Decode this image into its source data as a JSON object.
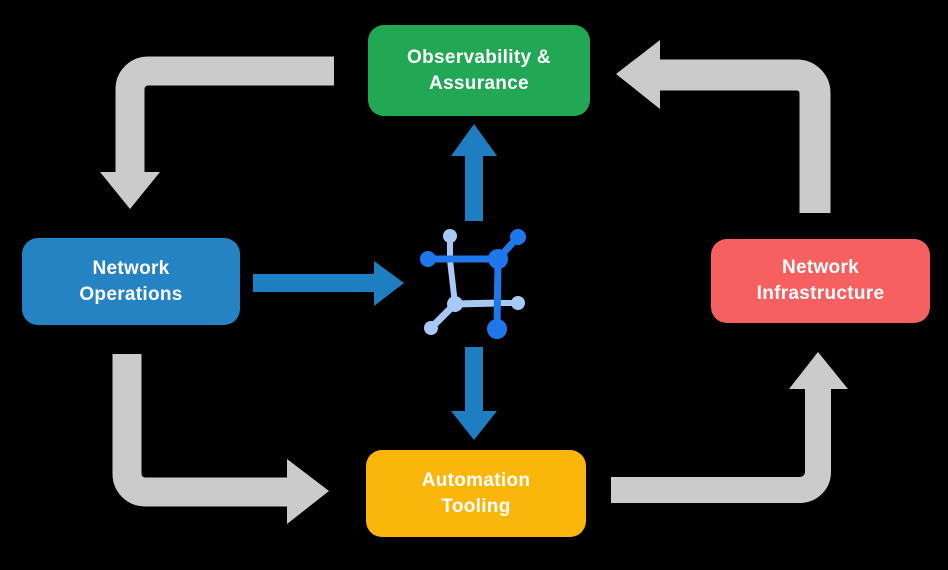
{
  "diagram": {
    "type": "cycle-flow-diagram",
    "nodes": {
      "observability": {
        "label": "Observability &\nAssurance"
      },
      "operations": {
        "label": "Network\nOperations"
      },
      "infrastructure": {
        "label": "Network\nInfrastructure"
      },
      "automation": {
        "label": "Automation\nTooling"
      }
    },
    "center_icon": {
      "name": "network-controller-icon"
    },
    "edges": [
      {
        "from": "observability",
        "to": "operations",
        "arrow_style": "gray-elbow"
      },
      {
        "from": "operations",
        "to": "automation",
        "arrow_style": "gray-elbow"
      },
      {
        "from": "automation",
        "to": "infrastructure",
        "arrow_style": "gray-elbow"
      },
      {
        "from": "infrastructure",
        "to": "observability",
        "arrow_style": "gray-elbow"
      },
      {
        "from": "operations",
        "to": "center-icon",
        "arrow_style": "blue-straight"
      },
      {
        "from": "center-icon",
        "to": "observability",
        "arrow_style": "blue-straight"
      },
      {
        "from": "center-icon",
        "to": "automation",
        "arrow_style": "blue-straight"
      }
    ]
  },
  "colors": {
    "background": "#000000",
    "text": "#FFFFFF",
    "node_observability": "#22A854",
    "node_operations": "#2583C4",
    "node_infrastructure": "#F66060",
    "node_automation": "#FAB60A",
    "arrow_gray": "#CBCBCB",
    "arrow_blue": "#1E7EC1",
    "icon_dark": "#1E78EB",
    "icon_light": "#A8C8F5"
  }
}
